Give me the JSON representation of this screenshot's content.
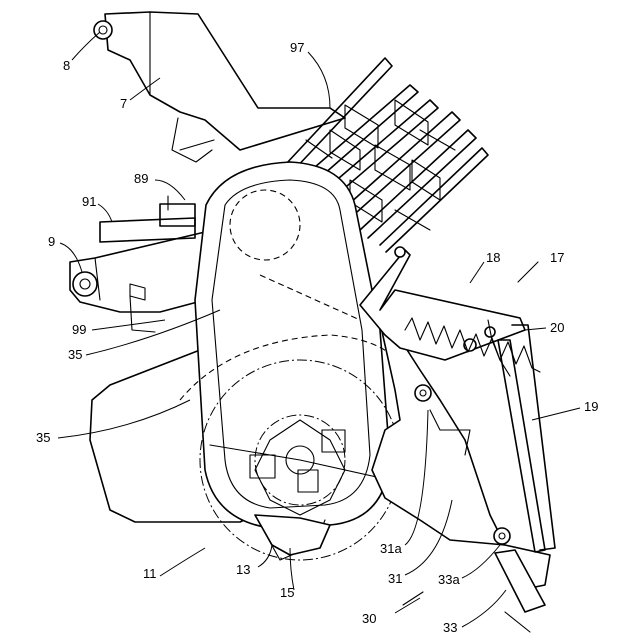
{
  "labels": {
    "l8": "8",
    "l7": "7",
    "l97": "97",
    "l89": "89",
    "l91": "91",
    "l9": "9",
    "l18": "18",
    "l17": "17",
    "l99": "99",
    "l35a": "35",
    "l20": "20",
    "l19": "19",
    "l35b": "35",
    "l31a": "31a",
    "l31": "31",
    "l33a": "33a",
    "l11": "11",
    "l13": "13",
    "l15": "15",
    "l30": "30",
    "l33": "33"
  }
}
